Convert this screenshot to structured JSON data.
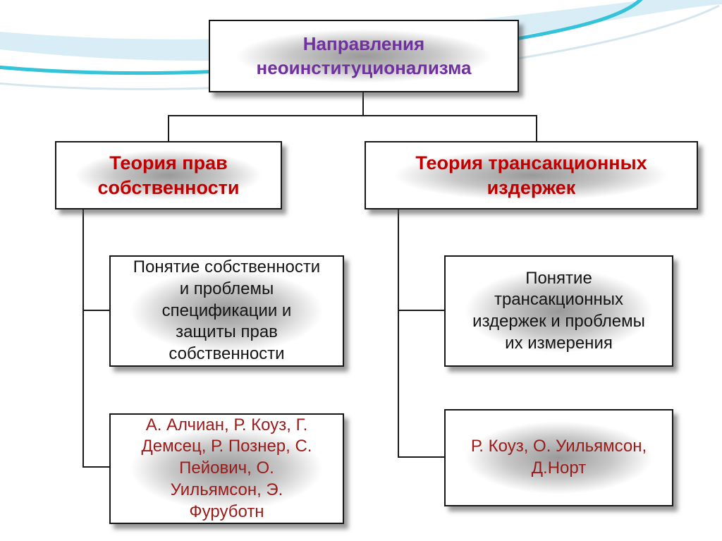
{
  "slide": {
    "root": {
      "title": "Направления\nнеоинституционализма"
    },
    "left_branch": {
      "header": "Теория прав\nсобственности",
      "concept": "Понятие собственности\nи проблемы\nспецификации и\nзащиты прав\nсобственности",
      "authors": "А. Алчиан, Р. Коуз, Г.\nДемсец, Р. Познер, С.\nПейович, О.\nУильямсон, Э.\nФуруботн"
    },
    "right_branch": {
      "header": "Теория трансакционных\nиздержек",
      "concept": "Понятие\nтрансакционных\nиздержек и проблемы\nих измерения",
      "authors": "Р. Коуз, О. Уильямсон,\nД.Норт"
    },
    "colors": {
      "title_text": "#7030a0",
      "branch_header_text": "#c00000",
      "concept_text": "#141414",
      "authors_text": "#9b1b1b",
      "box_border": "#161616",
      "connector": "#1a1a1a",
      "wave_teal_stroke": "#35c3da",
      "wave_blue_fill": "#d9edf7",
      "box_shadow": "#6e6e6e"
    }
  }
}
